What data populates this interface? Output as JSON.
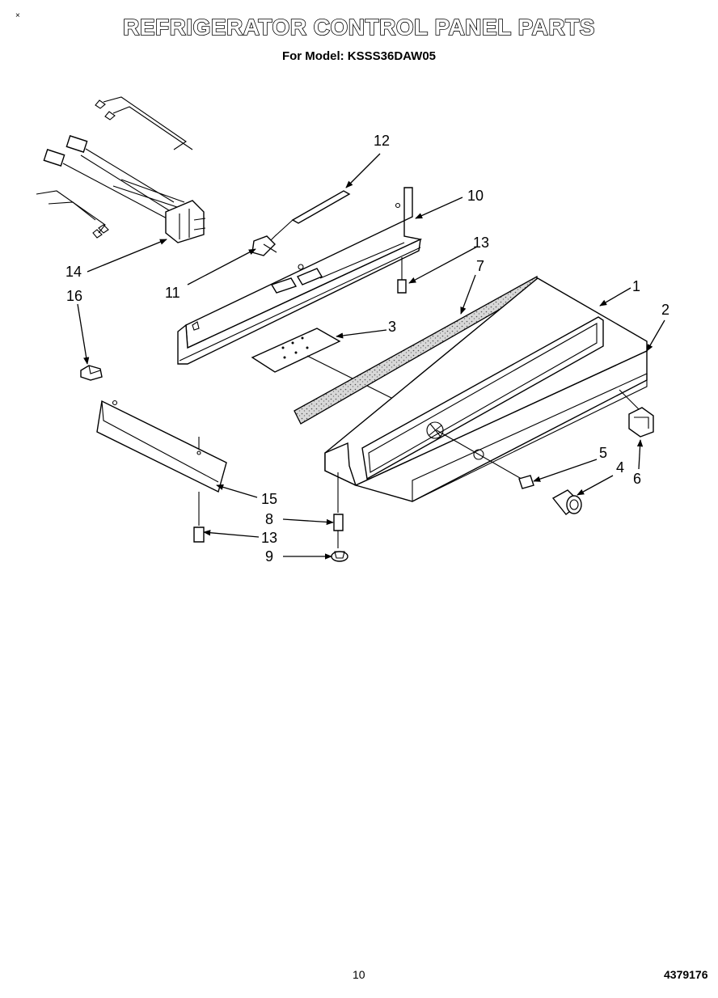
{
  "header": {
    "corner_mark": "×",
    "title": "REFRIGERATOR CONTROL PANEL PARTS",
    "subtitle": "For Model: KSSS36DAW05"
  },
  "callouts": {
    "c1": "1",
    "c2": "2",
    "c3": "3",
    "c4": "4",
    "c5": "5",
    "c6": "6",
    "c7": "7",
    "c8": "8",
    "c9": "9",
    "c10": "10",
    "c11": "11",
    "c12": "12",
    "c13a": "13",
    "c13b": "13",
    "c14": "14",
    "c15": "15",
    "c16": "16"
  },
  "footer": {
    "page_number": "10",
    "doc_number": "4379176"
  }
}
